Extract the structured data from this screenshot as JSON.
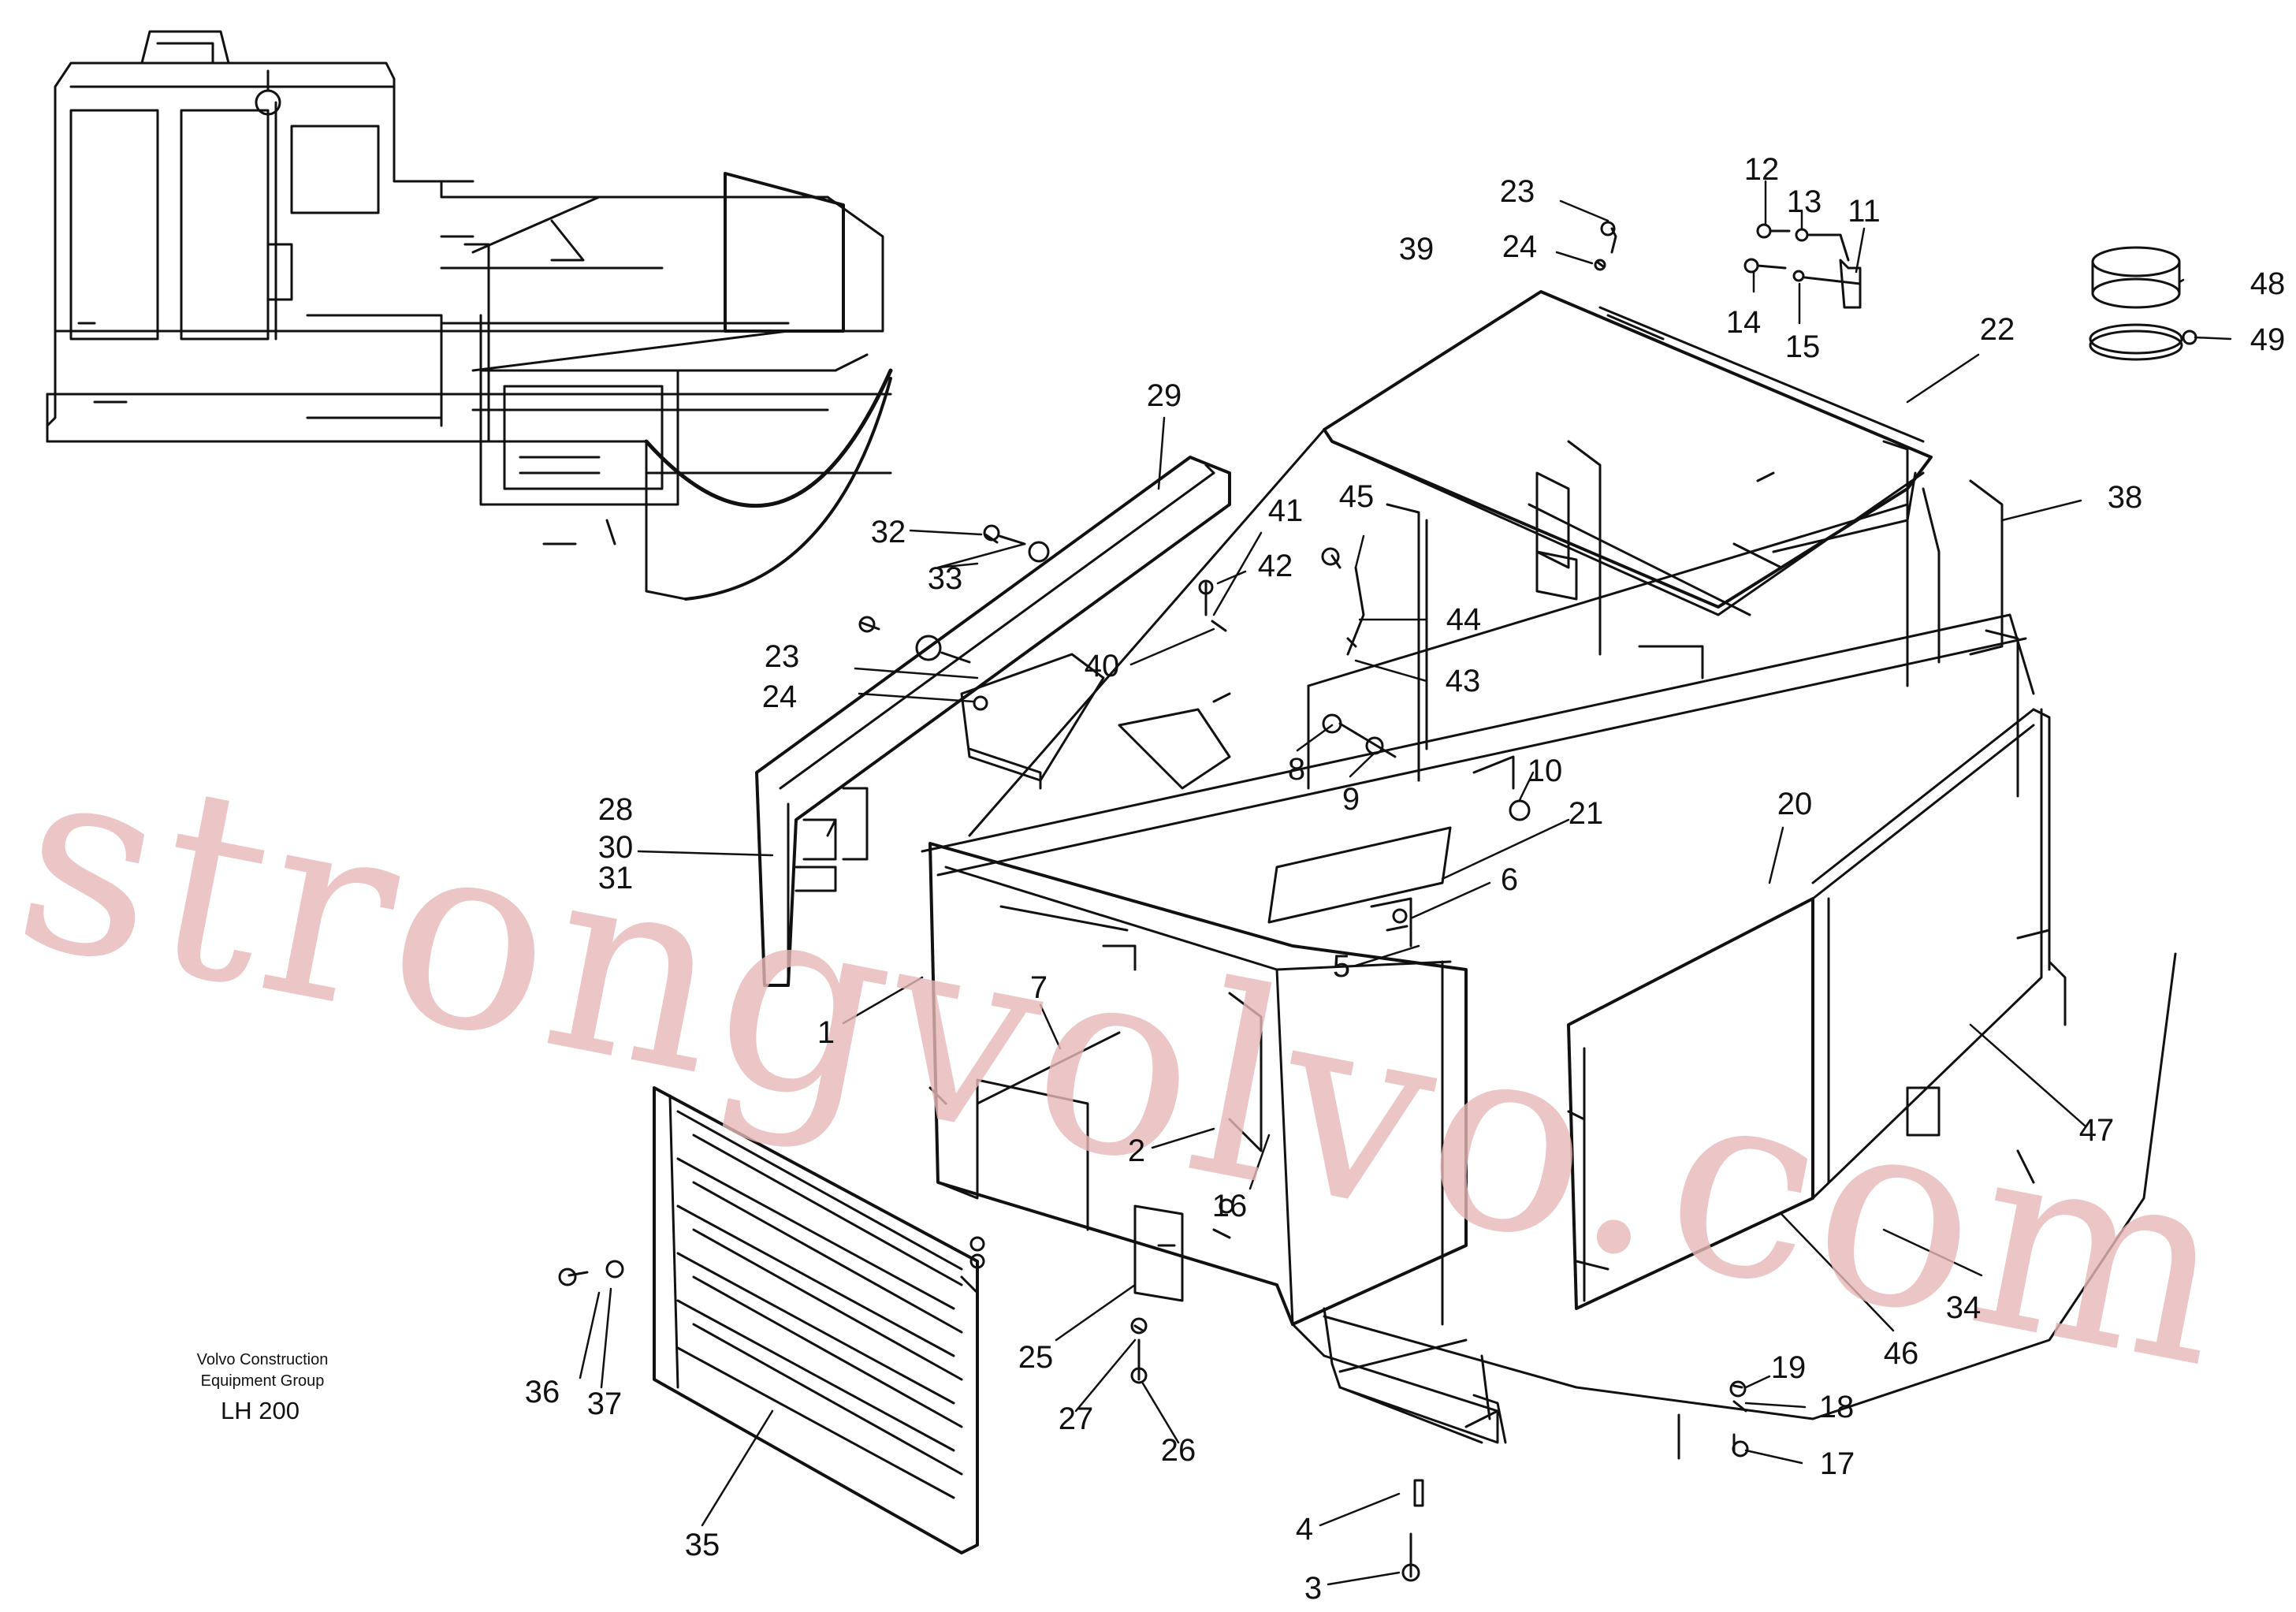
{
  "caption": {
    "org_line1": "Volvo Construction",
    "org_line2": "Equipment Group",
    "model": "LH 200"
  },
  "watermark": "strongvolvo.com",
  "colors": {
    "ink": "#111111",
    "watermark": "#e8b8b8"
  },
  "callouts": [
    {
      "id": "c23a",
      "label": "23"
    },
    {
      "id": "c24a",
      "label": "24"
    },
    {
      "id": "c12",
      "label": "12"
    },
    {
      "id": "c13",
      "label": "13"
    },
    {
      "id": "c11",
      "label": "11"
    },
    {
      "id": "c14",
      "label": "14"
    },
    {
      "id": "c15",
      "label": "15"
    },
    {
      "id": "c22",
      "label": "22"
    },
    {
      "id": "c39",
      "label": "39"
    },
    {
      "id": "c48",
      "label": "48"
    },
    {
      "id": "c49",
      "label": "49"
    },
    {
      "id": "c29",
      "label": "29"
    },
    {
      "id": "c38",
      "label": "38"
    },
    {
      "id": "c32",
      "label": "32"
    },
    {
      "id": "c41",
      "label": "41"
    },
    {
      "id": "c45",
      "label": "45"
    },
    {
      "id": "c33",
      "label": "33"
    },
    {
      "id": "c42",
      "label": "42"
    },
    {
      "id": "c44",
      "label": "44"
    },
    {
      "id": "c23b",
      "label": "23"
    },
    {
      "id": "c40",
      "label": "40"
    },
    {
      "id": "c43",
      "label": "43"
    },
    {
      "id": "c24b",
      "label": "24"
    },
    {
      "id": "c8",
      "label": "8"
    },
    {
      "id": "c10",
      "label": "10"
    },
    {
      "id": "c9",
      "label": "9"
    },
    {
      "id": "c21",
      "label": "21"
    },
    {
      "id": "c20",
      "label": "20"
    },
    {
      "id": "c28",
      "label": "28"
    },
    {
      "id": "c30",
      "label": "30"
    },
    {
      "id": "c31",
      "label": "31"
    },
    {
      "id": "c6",
      "label": "6"
    },
    {
      "id": "c5",
      "label": "5"
    },
    {
      "id": "c7",
      "label": "7"
    },
    {
      "id": "c1",
      "label": "1"
    },
    {
      "id": "c47",
      "label": "47"
    },
    {
      "id": "c2",
      "label": "2"
    },
    {
      "id": "c16",
      "label": "16"
    },
    {
      "id": "c34",
      "label": "34"
    },
    {
      "id": "c25",
      "label": "25"
    },
    {
      "id": "c46",
      "label": "46"
    },
    {
      "id": "c36",
      "label": "36"
    },
    {
      "id": "c37",
      "label": "37"
    },
    {
      "id": "c19",
      "label": "19"
    },
    {
      "id": "c27",
      "label": "27"
    },
    {
      "id": "c18",
      "label": "18"
    },
    {
      "id": "c26",
      "label": "26"
    },
    {
      "id": "c17",
      "label": "17"
    },
    {
      "id": "c35",
      "label": "35"
    },
    {
      "id": "c4",
      "label": "4"
    },
    {
      "id": "c3",
      "label": "3"
    }
  ]
}
